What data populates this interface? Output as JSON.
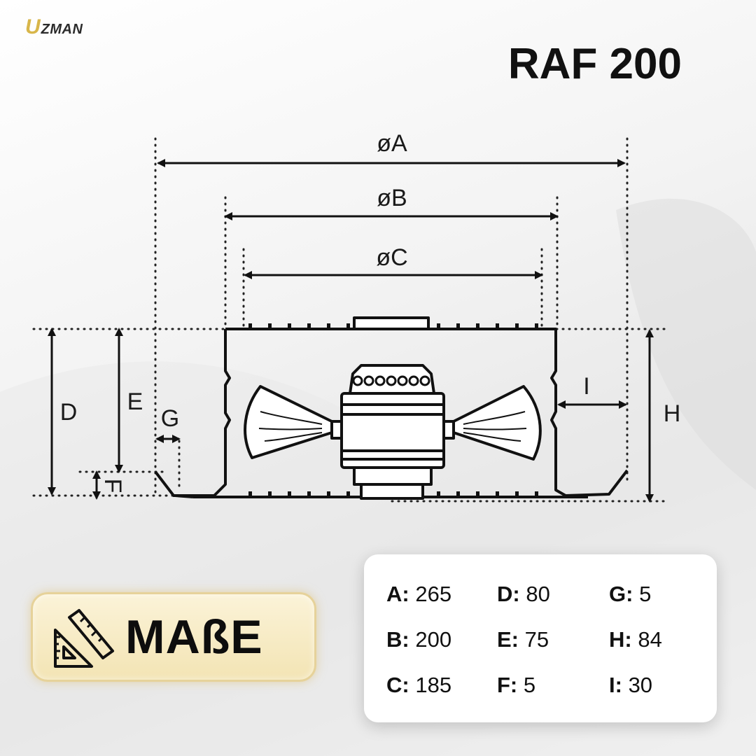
{
  "brand": {
    "logo_initial": "U",
    "logo_rest": "ZMAN",
    "accent_color": "#d8b64a"
  },
  "title": "RAF 200",
  "diagram": {
    "labels": {
      "A": "øA",
      "B": "øB",
      "C": "øC",
      "D": "D",
      "E": "E",
      "F": "F",
      "G": "G",
      "H": "H",
      "I": "I"
    }
  },
  "badge": {
    "icon": "ruler-triangle-icon",
    "label": "MAßE"
  },
  "dimensions": [
    {
      "key": "A:",
      "value": "265"
    },
    {
      "key": "D:",
      "value": "80"
    },
    {
      "key": "G:",
      "value": "5"
    },
    {
      "key": "B:",
      "value": "200"
    },
    {
      "key": "E:",
      "value": "75"
    },
    {
      "key": "H:",
      "value": "84"
    },
    {
      "key": "C:",
      "value": "185"
    },
    {
      "key": "F:",
      "value": "5"
    },
    {
      "key": "I:",
      "value": "30"
    }
  ]
}
